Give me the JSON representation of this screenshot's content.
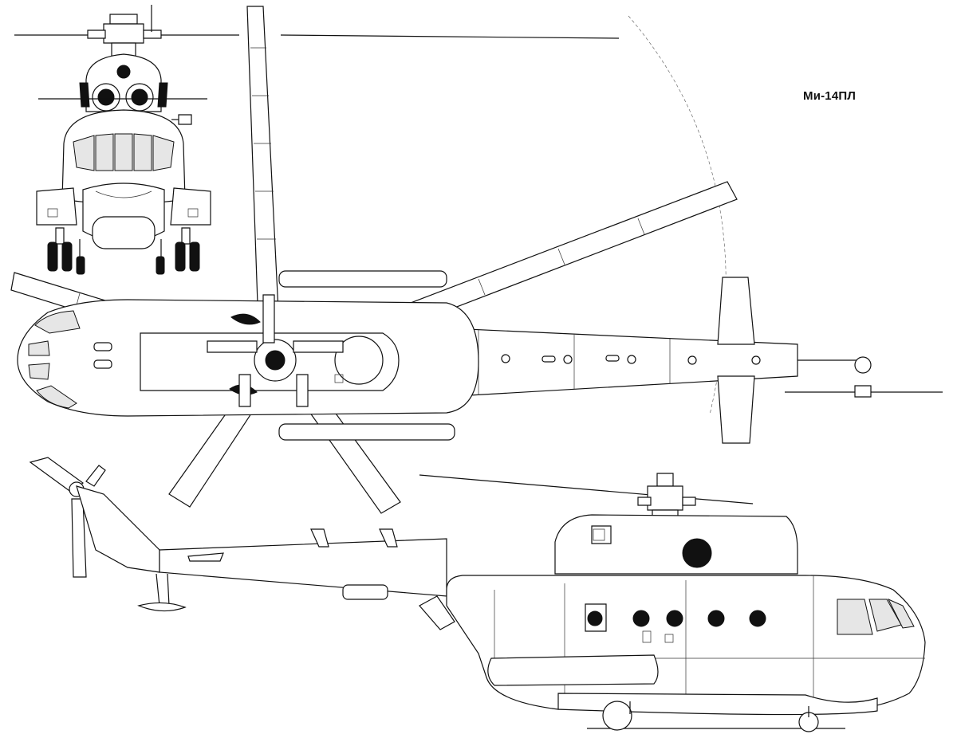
{
  "figure": {
    "title": "Ми-14ПЛ",
    "views": [
      "front-view",
      "top-view",
      "side-view"
    ]
  }
}
